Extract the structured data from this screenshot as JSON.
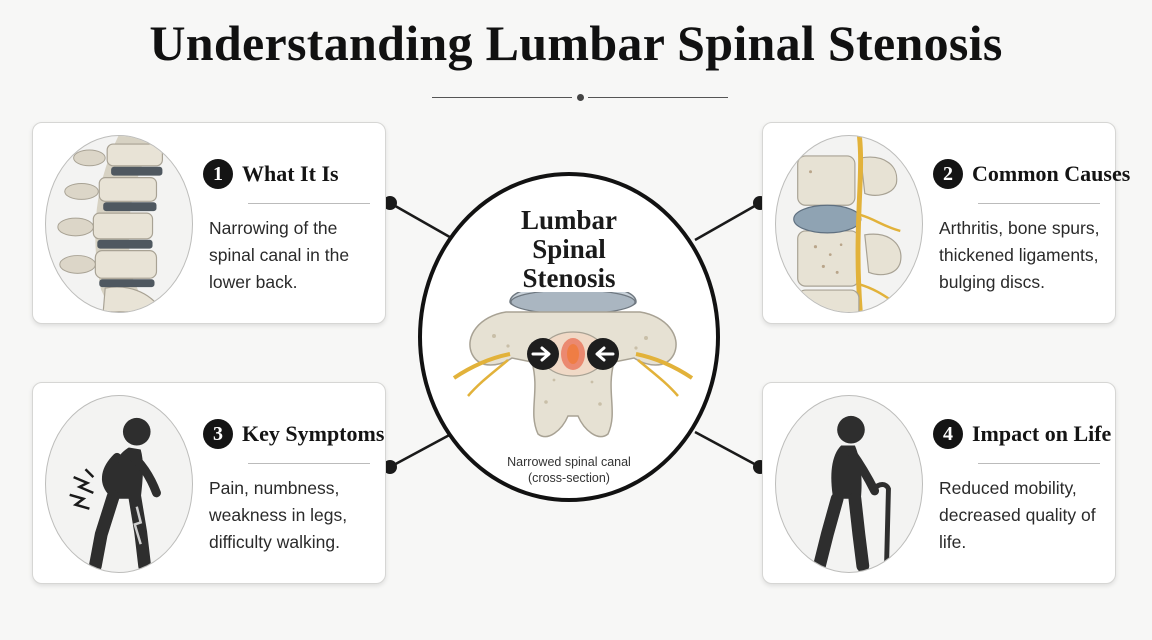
{
  "title": "Understanding Lumbar Spinal Stenosis",
  "center": {
    "title_lines": [
      "Lumbar",
      "Spinal",
      "Stenosis"
    ],
    "caption_lines": [
      "Narrowed spinal canal",
      "(cross-section)"
    ]
  },
  "cards": [
    {
      "number": "1",
      "heading": "What It Is",
      "description": "Narrowing of the spinal canal in the lower back.",
      "icon": "lumbar-spine-side-view-icon"
    },
    {
      "number": "2",
      "heading": "Common Causes",
      "description": "Arthritis, bone spurs, thickened ligaments, bulging discs.",
      "icon": "compressed-vertebrae-nerve-icon"
    },
    {
      "number": "3",
      "heading": "Key Symptoms",
      "description": "Pain, numbness, weakness in legs, difficulty walking.",
      "icon": "person-back-pain-icon"
    },
    {
      "number": "4",
      "heading": "Impact on Life",
      "description": "Reduced mobility, decreased quality of life.",
      "icon": "person-with-cane-icon"
    }
  ],
  "colors": {
    "background": "#f7f7f6",
    "card": "#ffffff",
    "dark": "#141414",
    "bone": "#e6e1d3",
    "disc": "#6f7880",
    "nerve": "#e2b23a",
    "inflammation": "#e8472a"
  }
}
